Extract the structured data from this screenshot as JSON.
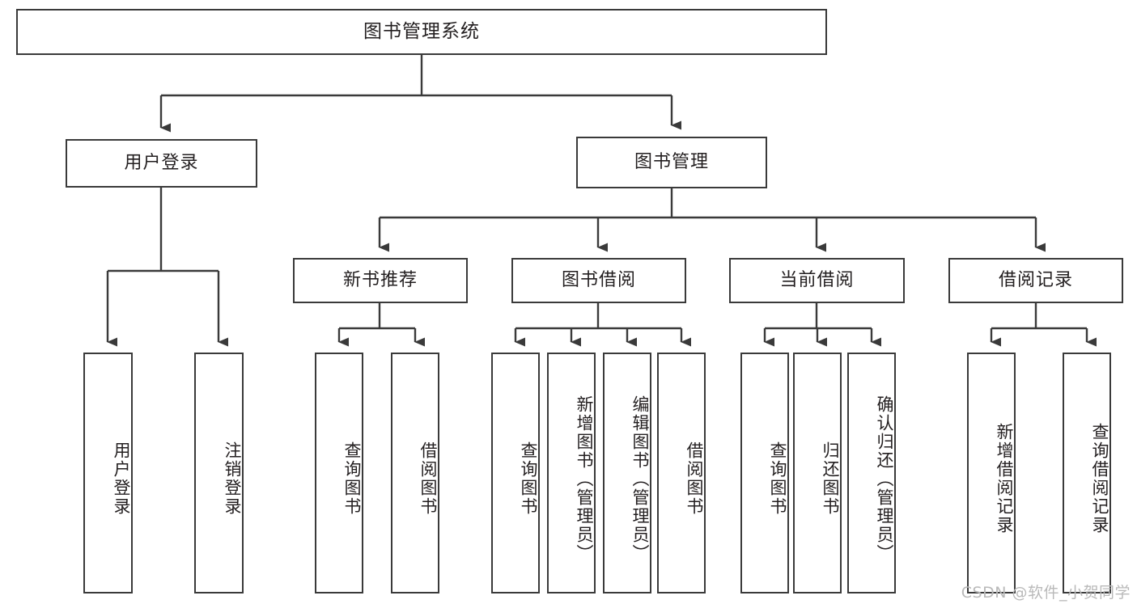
{
  "diagram": {
    "title": "图书管理系统",
    "type": "tree",
    "root": {
      "label": "图书管理系统"
    },
    "level1": [
      {
        "id": "user-login",
        "label": "用户登录"
      },
      {
        "id": "book-manage",
        "label": "图书管理"
      }
    ],
    "level2": [
      {
        "id": "new-book-recommend",
        "label": "新书推荐",
        "parent": "book-manage"
      },
      {
        "id": "book-borrow",
        "label": "图书借阅",
        "parent": "book-manage"
      },
      {
        "id": "current-borrow",
        "label": "当前借阅",
        "parent": "book-manage"
      },
      {
        "id": "borrow-record",
        "label": "借阅记录",
        "parent": "book-manage"
      }
    ],
    "leaves": [
      {
        "id": "leaf-user-login",
        "label": "用户登录",
        "parent": "user-login"
      },
      {
        "id": "leaf-user-logout",
        "label": "注销登录",
        "parent": "user-login"
      },
      {
        "id": "leaf-query-book-1",
        "label": "查询图书",
        "parent": "new-book-recommend"
      },
      {
        "id": "leaf-borrow-book-1",
        "label": "借阅图书",
        "parent": "new-book-recommend"
      },
      {
        "id": "leaf-query-book-2",
        "label": "查询图书",
        "parent": "book-borrow"
      },
      {
        "id": "leaf-add-book",
        "label": "新增图书（管理员）",
        "parent": "book-borrow"
      },
      {
        "id": "leaf-edit-book",
        "label": "编辑图书（管理员）",
        "parent": "book-borrow"
      },
      {
        "id": "leaf-borrow-book-2",
        "label": "借阅图书",
        "parent": "book-borrow"
      },
      {
        "id": "leaf-query-book-3",
        "label": "查询图书",
        "parent": "current-borrow"
      },
      {
        "id": "leaf-return-book",
        "label": "归还图书",
        "parent": "current-borrow"
      },
      {
        "id": "leaf-confirm-return",
        "label": "确认归还（管理员）",
        "parent": "current-borrow"
      },
      {
        "id": "leaf-add-record",
        "label": "新增借阅记录",
        "parent": "borrow-record"
      },
      {
        "id": "leaf-query-record",
        "label": "查询借阅记录",
        "parent": "borrow-record"
      }
    ],
    "colors": {
      "border": "#3a3a3a",
      "background": "#ffffff",
      "text": "#231f20",
      "connector": "#3a3a3a",
      "watermark": "#b9b9b9"
    }
  },
  "watermark": {
    "text": "CSDN @软件_小贺同学"
  }
}
